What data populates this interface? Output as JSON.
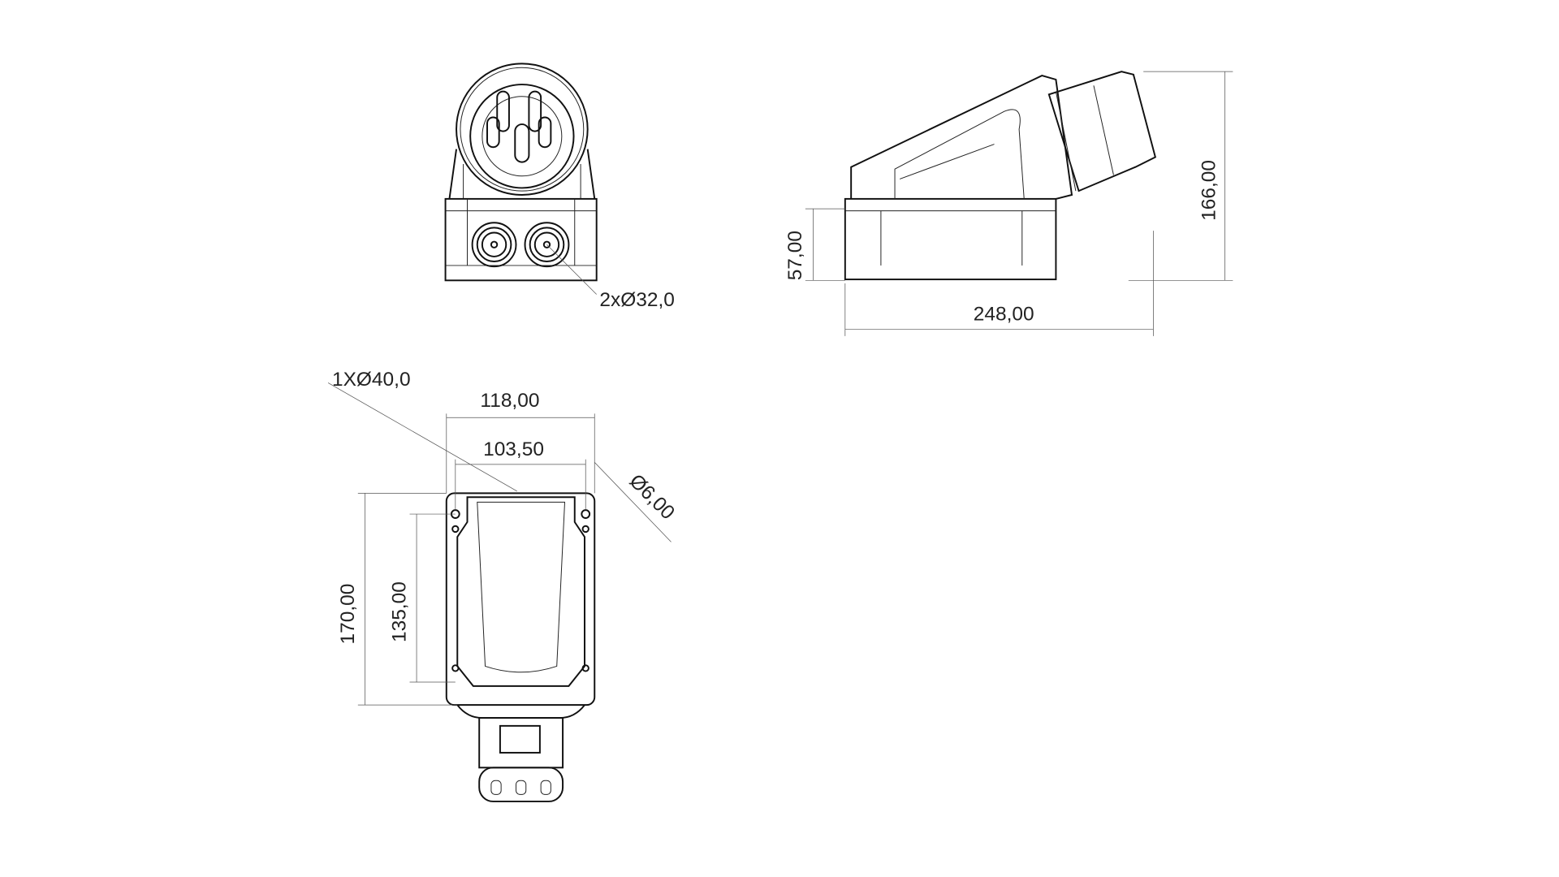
{
  "dimensions": {
    "glands": "2xØ32,0",
    "height_base": "57,00",
    "height_total": "166,00",
    "length": "248,00",
    "entry": "1XØ40,0",
    "width_outer": "118,00",
    "width_holes": "103,50",
    "hole_diameter": "Ø6,00",
    "depth_outer": "170,00",
    "depth_holes": "135,00"
  },
  "colors": {
    "line": "#111111",
    "dim": "#555555",
    "background": "#ffffff"
  }
}
